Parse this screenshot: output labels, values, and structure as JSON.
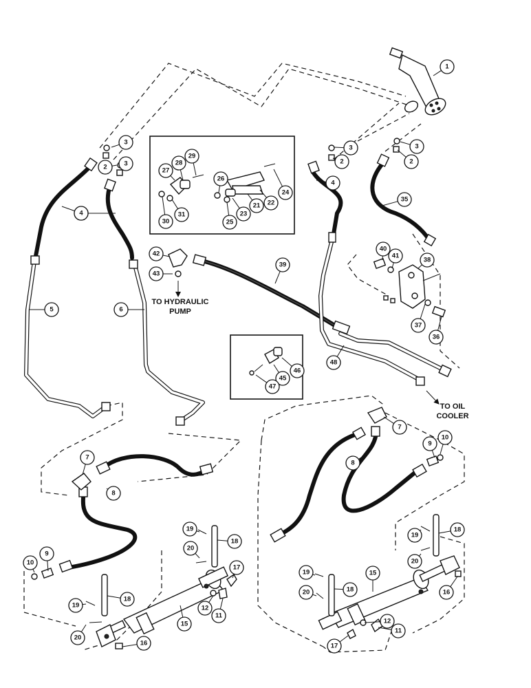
{
  "callouts": [
    "1",
    "2",
    "3",
    "4",
    "5",
    "6",
    "7",
    "8",
    "9",
    "10",
    "11",
    "12",
    "15",
    "16",
    "17",
    "18",
    "19",
    "20",
    "21",
    "22",
    "23",
    "24",
    "25",
    "26",
    "27",
    "28",
    "29",
    "30",
    "31",
    "35",
    "36",
    "37",
    "38",
    "39",
    "40",
    "41",
    "42",
    "43",
    "45",
    "46",
    "47",
    "48"
  ],
  "labels": {
    "hydraulic_pump_line1": "TO HYDRAULIC",
    "hydraulic_pump_line2": "PUMP",
    "oil_cooler_line1": "TO OIL",
    "oil_cooler_line2": "COOLER"
  }
}
